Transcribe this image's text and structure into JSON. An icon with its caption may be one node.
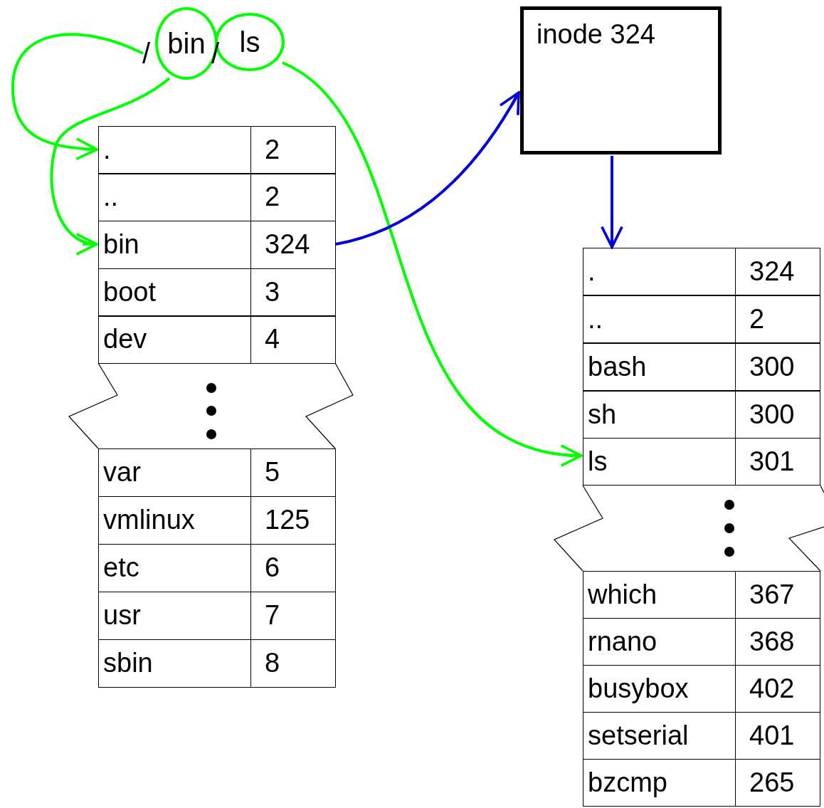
{
  "diagram": {
    "nodes": [
      {
        "text": [
          "/"
        ]
      },
      {
        "text": [
          "bin"
        ]
      },
      {
        "text": [
          "ls"
        ]
      },
      {
        "text": [
          "inode 324"
        ]
      },
      {
        "text": [
          ".",
          "2"
        ]
      },
      {
        "text": [
          "..",
          "2"
        ]
      },
      {
        "text": [
          "bin",
          "324"
        ]
      },
      {
        "text": [
          "boot",
          "3"
        ]
      },
      {
        "text": [
          "dev",
          "4"
        ]
      },
      {
        "text": [
          "var",
          "5"
        ]
      },
      {
        "text": [
          "vmlinux",
          "125"
        ]
      },
      {
        "text": [
          "etc",
          "6"
        ]
      },
      {
        "text": [
          "usr",
          "7"
        ]
      },
      {
        "text": [
          "sbin",
          "8"
        ]
      },
      {
        "text": [
          ".",
          "324"
        ]
      },
      {
        "text": [
          "..",
          "2"
        ]
      },
      {
        "text": [
          "bash",
          "300"
        ]
      },
      {
        "text": [
          "sh",
          "300"
        ]
      },
      {
        "text": [
          "ls",
          "301"
        ]
      },
      {
        "text": [
          "which",
          "367"
        ]
      },
      {
        "text": [
          "rnano",
          "368"
        ]
      },
      {
        "text": [
          "busybox",
          "402"
        ]
      },
      {
        "text": [
          "setserial",
          "401"
        ]
      },
      {
        "text": [
          "bzcmp",
          "265"
        ]
      }
    ],
    "edges": [
      {
        "from": 0,
        "to": 4,
        "arrow": "to",
        "color": "#00ff00"
      },
      {
        "from": 1,
        "to": 6,
        "arrow": "to",
        "color": "#00ff00"
      },
      {
        "from": 2,
        "to": 18,
        "arrow": "to",
        "color": "#00ff00"
      },
      {
        "from": 6,
        "to": 3,
        "arrow": "to",
        "color": "#0000dd"
      },
      {
        "from": 3,
        "to": 14,
        "arrow": "to",
        "color": "#0000dd"
      }
    ],
    "labels": [
      "/"
    ]
  }
}
